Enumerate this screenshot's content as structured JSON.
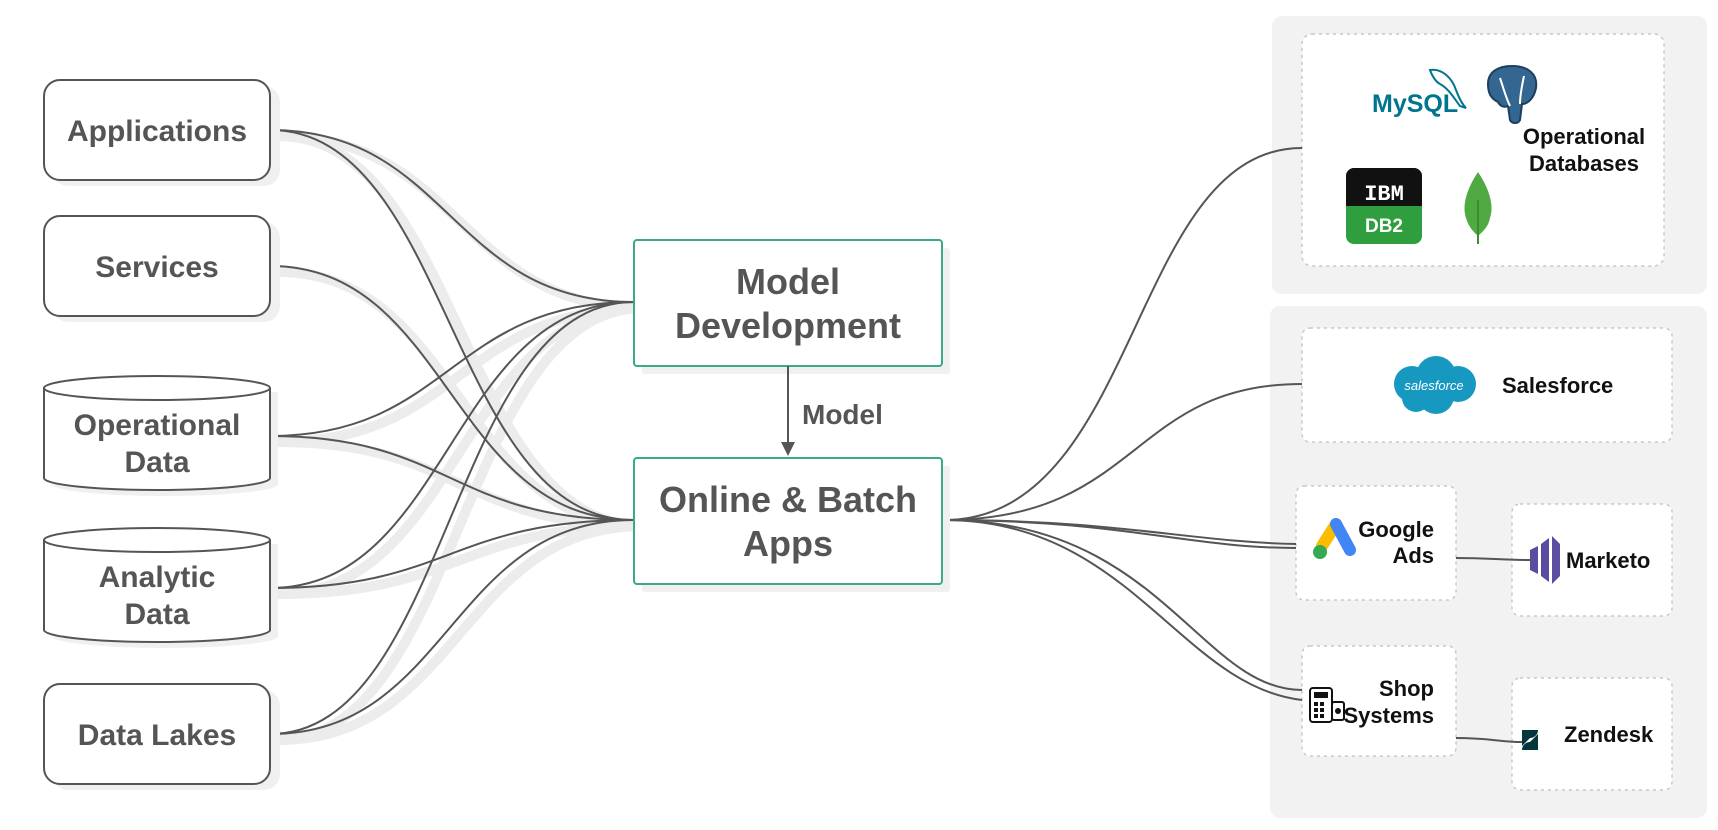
{
  "sources": {
    "applications": "Applications",
    "services": "Services",
    "operational_data": [
      "Operational",
      "Data"
    ],
    "analytic_data": [
      "Analytic",
      "Data"
    ],
    "data_lakes": "Data Lakes"
  },
  "center": {
    "model_development": [
      "Model",
      "Development"
    ],
    "online_batch_apps": [
      "Online & Batch",
      "Apps"
    ],
    "edge_label": "Model"
  },
  "destinations": {
    "operational_databases": [
      "Operational",
      "Databases"
    ],
    "salesforce": "Salesforce",
    "google_ads": [
      "Google",
      "Ads"
    ],
    "marketo": "Marketo",
    "shop_systems": [
      "Shop",
      "Systems"
    ],
    "zendesk": "Zendesk"
  },
  "logos": {
    "mysql": "MySQL",
    "ibm": "IBM",
    "db2": "DB2",
    "salesforce_logo": "salesforce",
    "icons": [
      "mysql-icon",
      "postgresql-icon",
      "ibm-db2-icon",
      "mongodb-icon",
      "salesforce-cloud-icon",
      "google-ads-icon",
      "marketo-icon",
      "pos-terminal-icon",
      "zendesk-icon"
    ]
  },
  "colors": {
    "box_border": "#555555",
    "center_border": "#3aaa8a",
    "text": "#555555",
    "dest_panel": "#f2f2f2",
    "mysql_blue": "#00758f",
    "mysql_orange": "#f29111",
    "postgres_blue": "#336791",
    "db2_green": "#2e9e3e",
    "mongo_green": "#4faa41",
    "salesforce_blue": "#1798c1",
    "marketo_purple": "#5c4c9f",
    "zendesk_dark": "#03363d"
  }
}
